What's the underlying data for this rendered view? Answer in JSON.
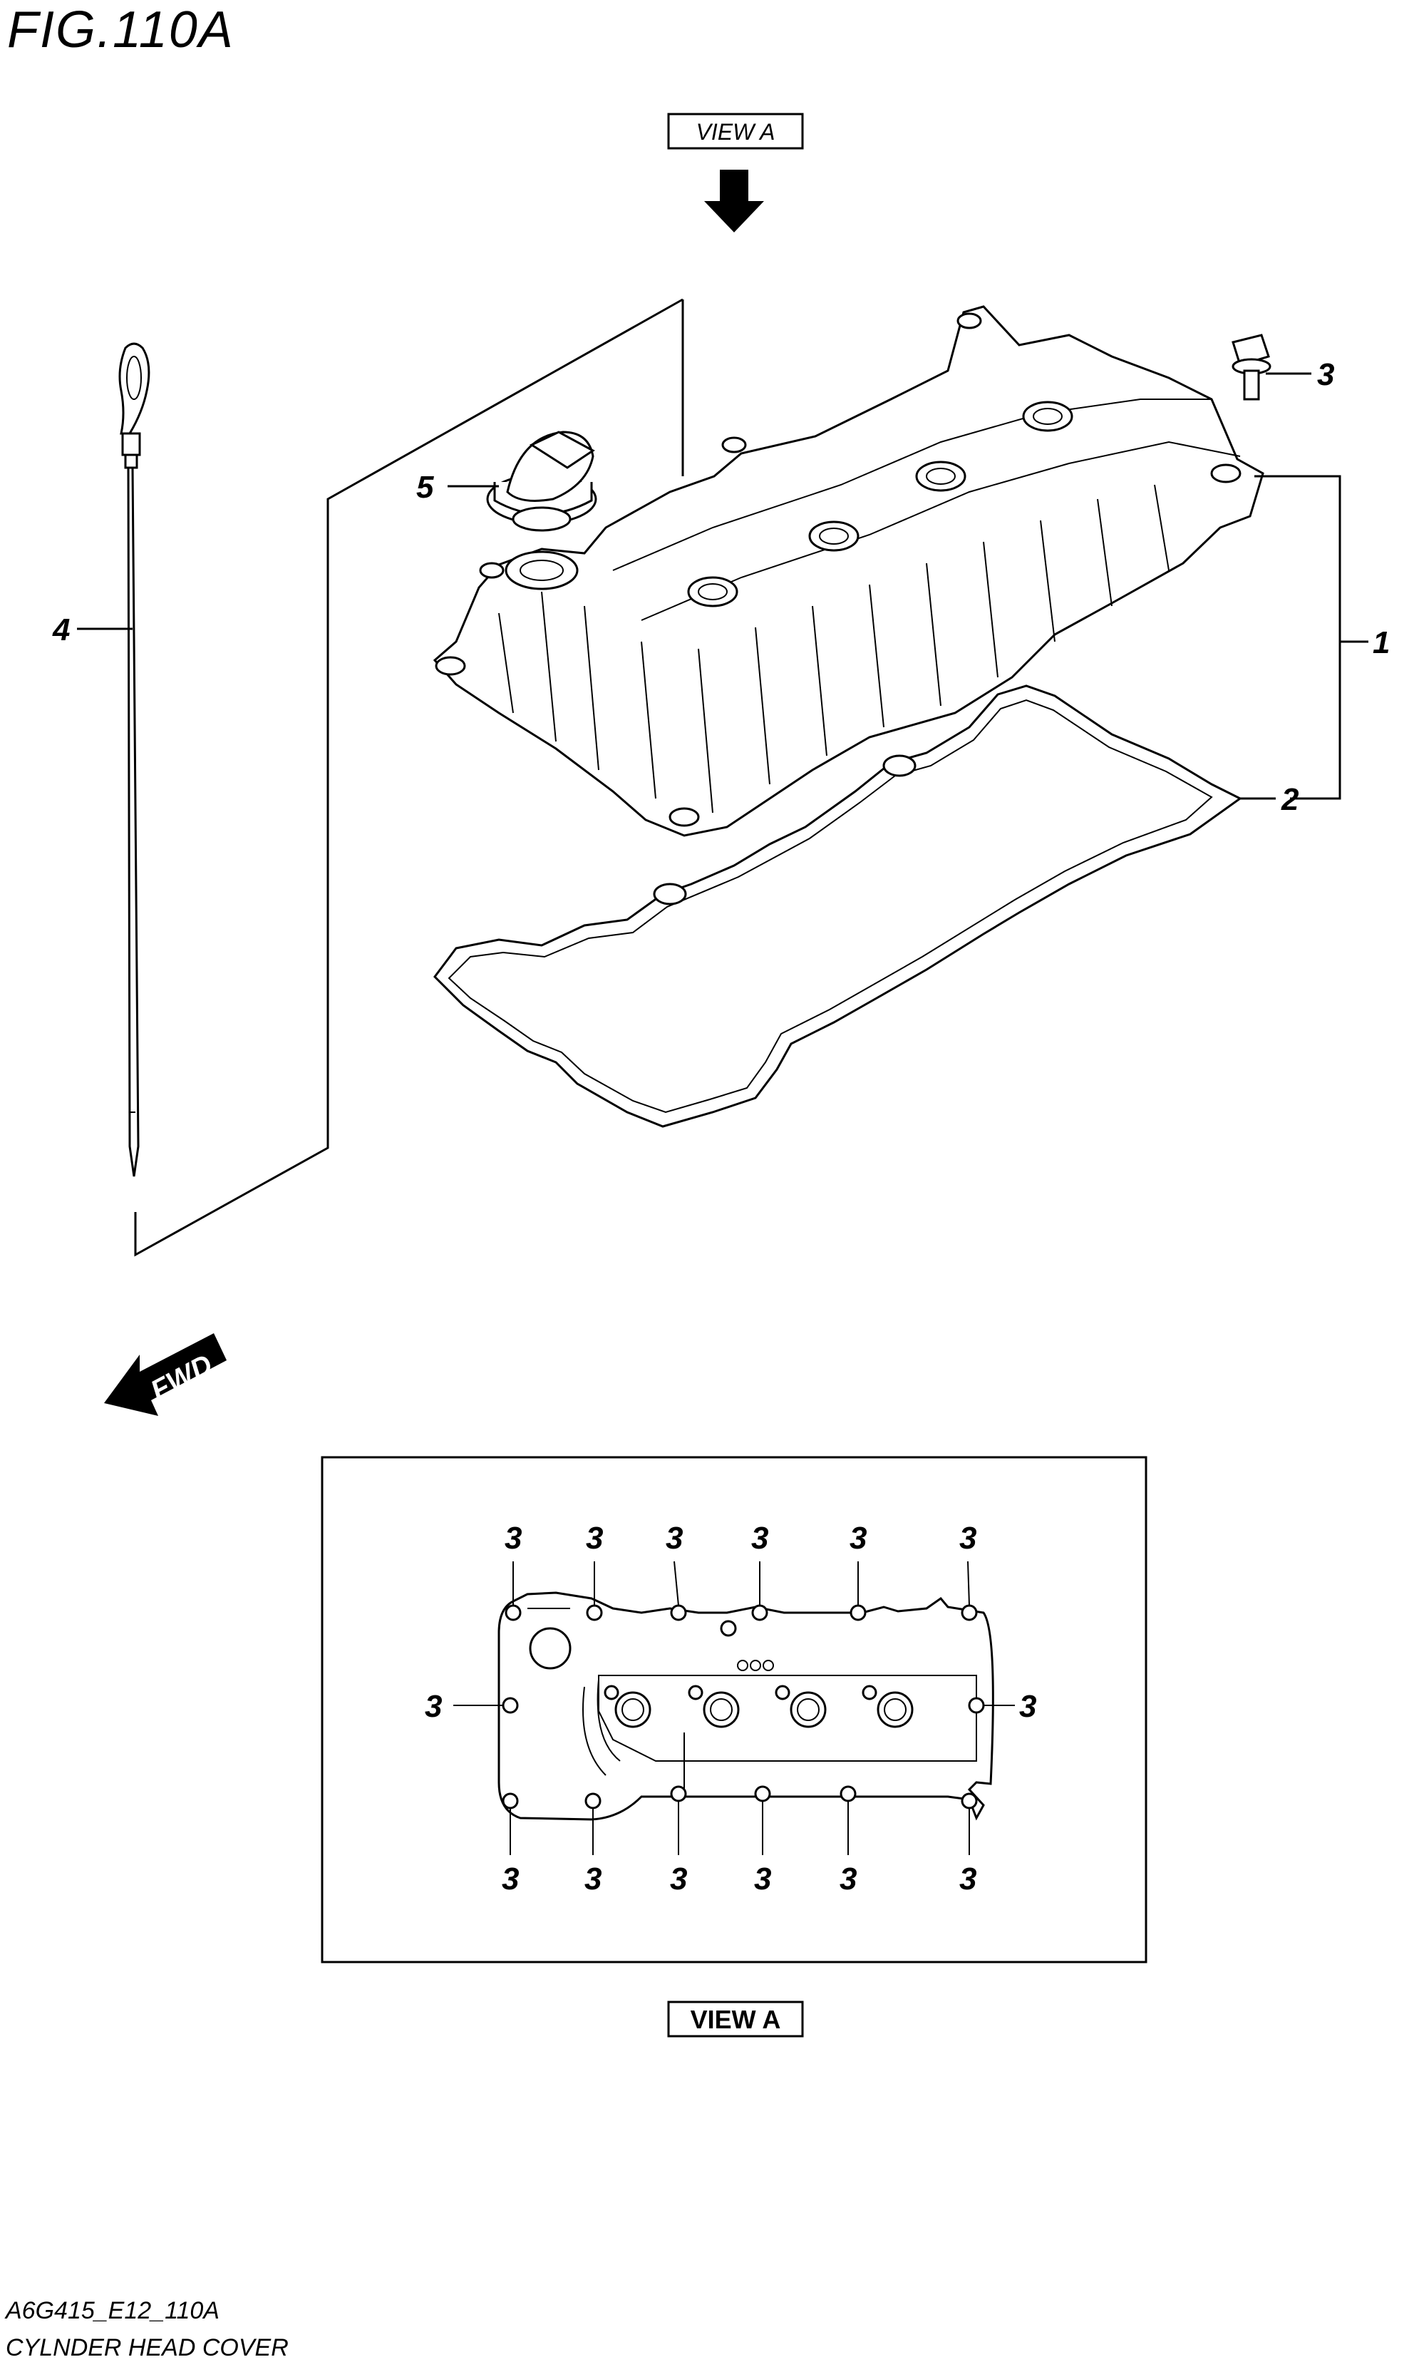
{
  "figure": {
    "title": "FIG.110A",
    "view_top_label": "VIEW A",
    "view_bottom_label": "VIEW A",
    "fwd_label": "FWD",
    "code": "A6G415_E12_110A",
    "name": "CYLNDER HEAD COVER"
  },
  "callouts": {
    "cover": "1",
    "gasket": "2",
    "bolt": "3",
    "dipstick": "4",
    "cap": "5"
  },
  "view_a_callouts": [
    "3",
    "3",
    "3",
    "3",
    "3",
    "3",
    "3",
    "3",
    "3",
    "3",
    "3",
    "3",
    "3",
    "3"
  ]
}
